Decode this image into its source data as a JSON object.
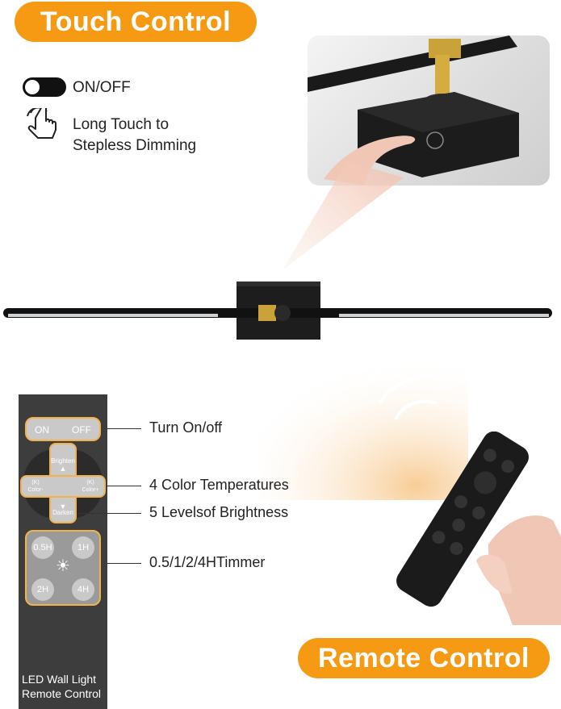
{
  "touch": {
    "banner": "Touch Control",
    "onoff_label": "ON/OFF",
    "dimming_line1": "Long Touch to",
    "dimming_line2": "Stepless Dimming"
  },
  "remote": {
    "banner": "Remote Control",
    "panel": {
      "on": "ON",
      "off": "OFF",
      "brighten": "Brighten",
      "darken": "Darken",
      "color_minus": "Color-",
      "color_plus": "Color+",
      "t05": "0.5H",
      "t1": "1H",
      "t2": "2H",
      "t4": "4H",
      "caption_line1": "LED Wall Light",
      "caption_line2": "Remote Control"
    },
    "callouts": {
      "onoff": "Turn On/off",
      "color": "4 Color Temperatures",
      "brightness": "5 Levelsof Brightness",
      "timer": "0.5/1/2/4HTimmer"
    }
  },
  "colors": {
    "accent": "#f59a12",
    "highlight": "#f5b24a",
    "panel": "#3d3d3d"
  }
}
